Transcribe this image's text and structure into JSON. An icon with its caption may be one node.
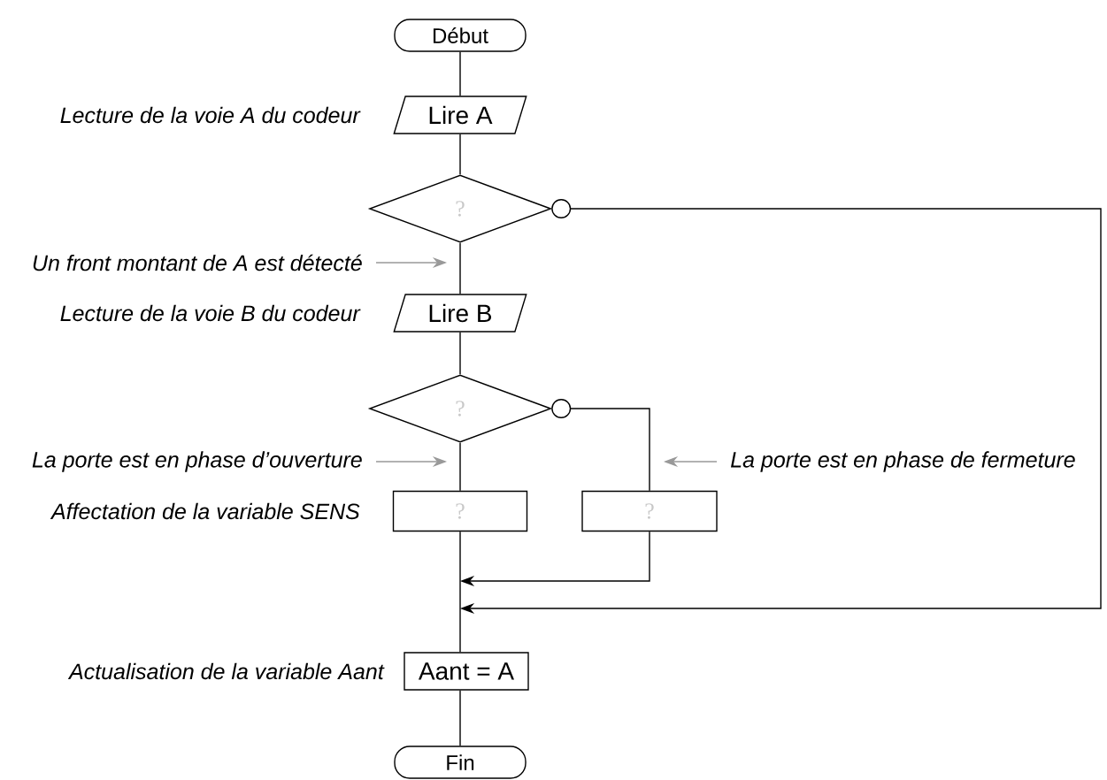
{
  "diagram": {
    "nodes": [
      {
        "text": [
          "Début"
        ]
      },
      {
        "text": [
          "Lire A"
        ],
        "beside": [
          "Lecture de la voie A du codeur"
        ]
      },
      {
        "text": [
          "?"
        ]
      },
      {
        "text": [
          "Lire B"
        ],
        "beside": [
          "Lecture de la voie B du codeur"
        ]
      },
      {
        "text": [
          "?"
        ]
      },
      {
        "text": [
          "?"
        ],
        "beside": [
          "Affectation de la variable SENS"
        ]
      },
      {
        "text": [
          "?"
        ]
      },
      {
        "text": [
          "Aant = A"
        ],
        "beside": [
          "Actualisation de la variable Aant"
        ]
      },
      {
        "text": [
          "Fin"
        ]
      },
      {
        "text": [
          "Un front montant de A est détecté"
        ]
      },
      {
        "text": [
          "La porte est en phase d’ouverture"
        ]
      },
      {
        "text": [
          "La porte est en phase de fermeture"
        ]
      }
    ],
    "edges": [
      {
        "from": 0,
        "to": 1,
        "arrow": "none"
      },
      {
        "from": 1,
        "to": 2,
        "arrow": "none"
      },
      {
        "from": 2,
        "to": 3,
        "arrow": "none"
      },
      {
        "from": 3,
        "to": 4,
        "arrow": "none"
      },
      {
        "from": 4,
        "to": 5,
        "arrow": "none"
      },
      {
        "from": 4,
        "to": 6,
        "arrow": "other"
      },
      {
        "from": 5,
        "to": 7,
        "arrow": "none"
      },
      {
        "from": 6,
        "to": null,
        "arrow": "to"
      },
      {
        "from": 2,
        "to": null,
        "arrow": "to"
      },
      {
        "from": 7,
        "to": 8,
        "arrow": "none"
      },
      {
        "from": 9,
        "to": null,
        "arrow": "to",
        "color": "#999999"
      },
      {
        "from": 10,
        "to": null,
        "arrow": "to",
        "color": "#999999"
      },
      {
        "from": 11,
        "to": null,
        "arrow": "to",
        "color": "#999999"
      }
    ]
  }
}
